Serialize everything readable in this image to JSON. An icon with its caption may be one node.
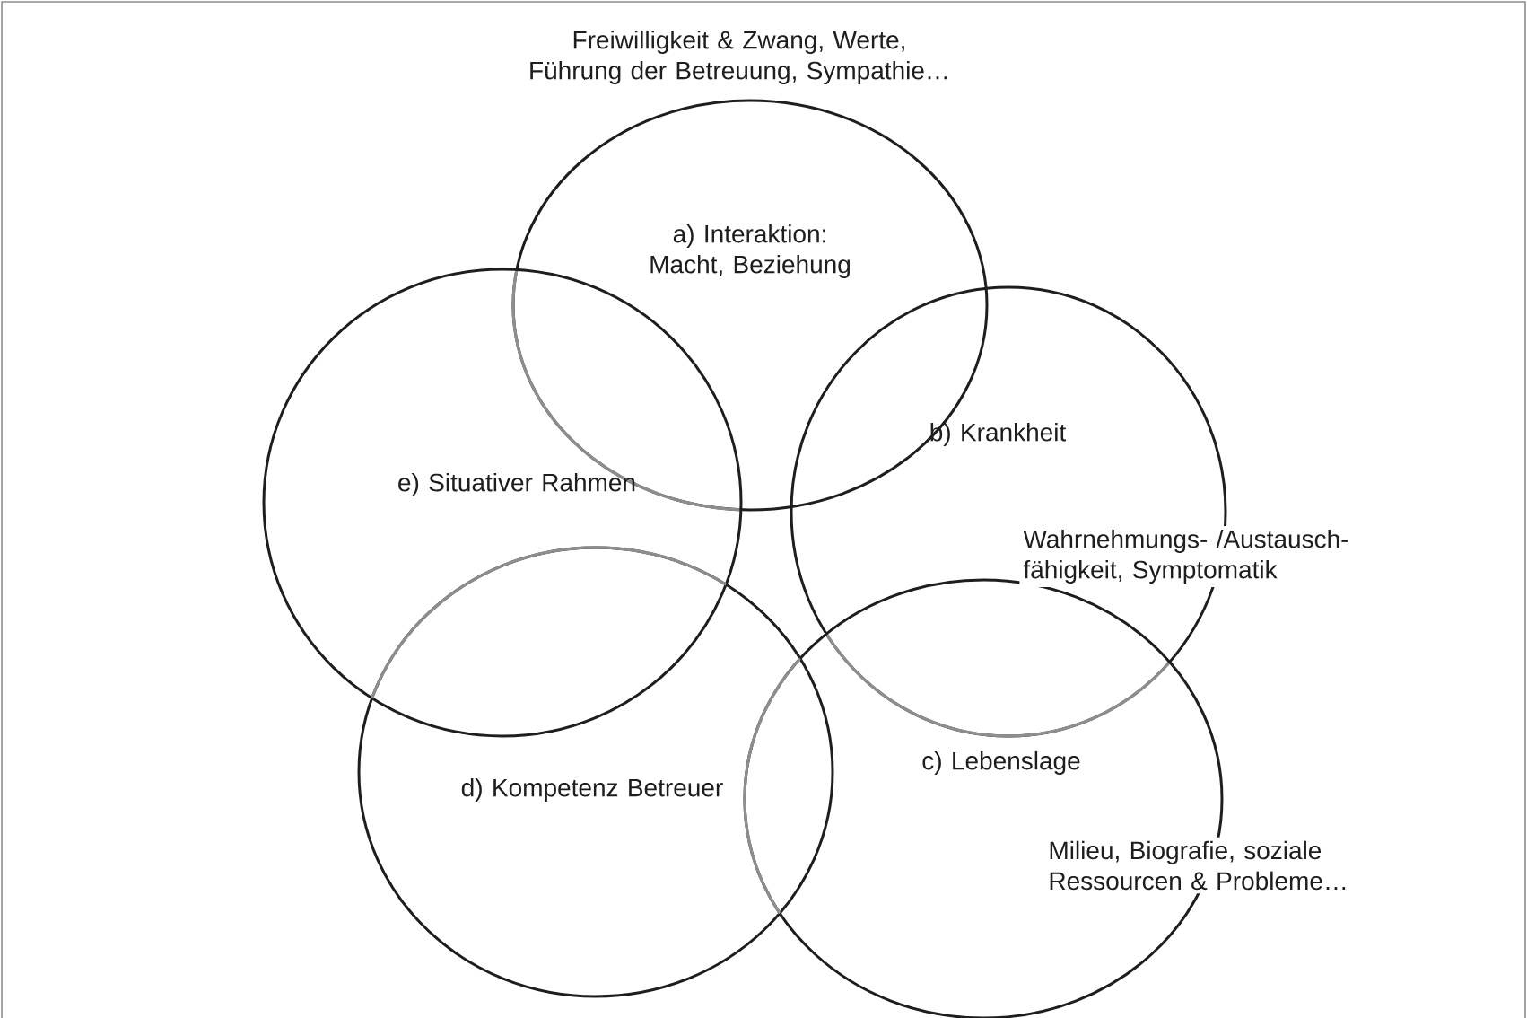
{
  "diagram": {
    "nodes": [
      {
        "text": [
          "a) Interaktion: Macht, Beziehung"
        ],
        "beside": [
          "Freiwilligkeit & Zwang, Werte, Führung der Betreuung, Sympathie…"
        ]
      },
      {
        "text": [
          "e) Situativer Rahmen"
        ]
      },
      {
        "text": [
          "b) Krankheit",
          "Wahrnehmungs- /Austausch- fähigkeit, Symptomatik"
        ]
      },
      {
        "text": [
          "d) Kompetenz Betreuer"
        ]
      },
      {
        "text": [
          "c) Lebenslage",
          "Milieu, Biografie, soziale Ressourcen & Probleme…"
        ]
      }
    ]
  }
}
